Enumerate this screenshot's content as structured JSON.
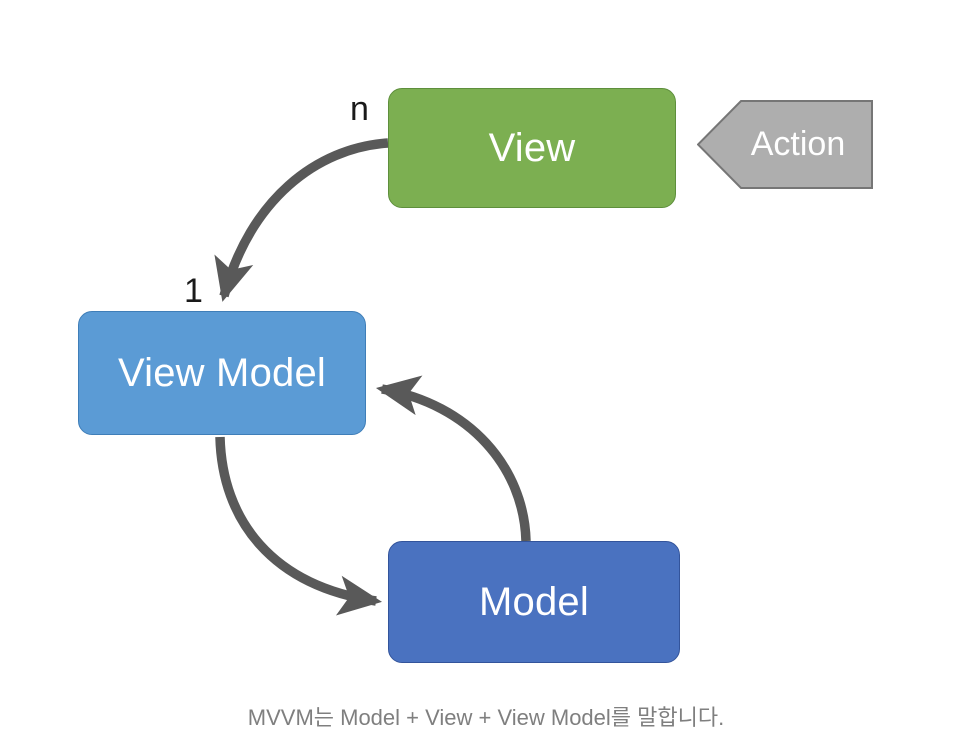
{
  "diagram": {
    "title_caption": "MVVM는 Model + View + View Model를 말합니다.",
    "nodes": [
      {
        "id": "view",
        "label": "View",
        "fill": "#7CAF51",
        "stroke": "#5E8F3C",
        "shape": "rounded-rect"
      },
      {
        "id": "view-model",
        "label": "View Model",
        "fill": "#5B9BD5",
        "stroke": "#3F7EB8",
        "shape": "rounded-rect"
      },
      {
        "id": "model",
        "label": "Model",
        "fill": "#4A72C0",
        "stroke": "#33549B",
        "shape": "rounded-rect"
      },
      {
        "id": "action",
        "label": "Action",
        "fill": "#AEAEAE",
        "stroke": "#767676",
        "shape": "left-arrow-pentagon"
      }
    ],
    "edges": [
      {
        "id": "view-to-view-model",
        "from": "view",
        "to": "view-model",
        "source_label": "n",
        "target_label": "1",
        "color": "#595959"
      },
      {
        "id": "view-model-to-model",
        "from": "view-model",
        "to": "model",
        "source_label": "",
        "target_label": "",
        "color": "#595959"
      },
      {
        "id": "model-to-view-model",
        "from": "model",
        "to": "view-model",
        "source_label": "",
        "target_label": "",
        "color": "#595959"
      }
    ],
    "labels": {
      "n": "n",
      "one": "1"
    },
    "colors": {
      "background": "#FFFFFF",
      "arrow": "#595959",
      "caption_text": "#7F7F7F",
      "node_text": "#FFFFFF",
      "edge_label_text": "#1A1A1A"
    }
  }
}
